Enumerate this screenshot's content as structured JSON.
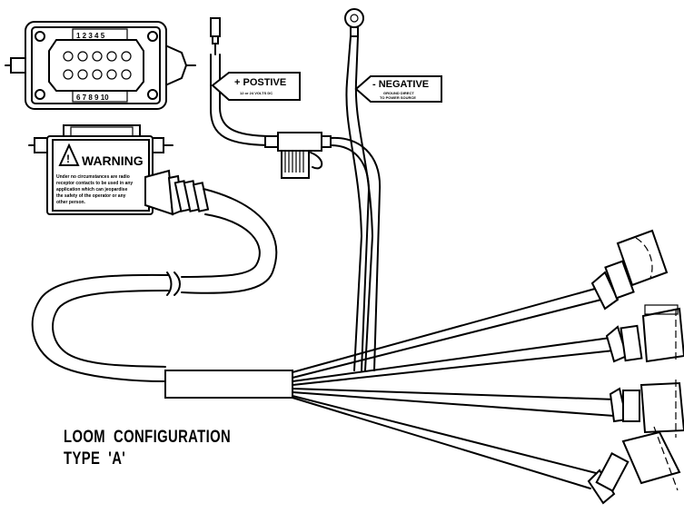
{
  "connector_pins": {
    "top": "1 2 3 4 5",
    "bottom": "6 7 8 9 10"
  },
  "positive_tag": {
    "title": "+ POSTIVE",
    "sub": "12 or 24 VOLTS DC"
  },
  "negative_tag": {
    "title": "- NEGATIVE",
    "sub_line1": "GROUND DIRECT",
    "sub_line2": "TO POWER SOURCE"
  },
  "warning_box": {
    "title": "WARNING",
    "text_lines": [
      "Under no circumstances are radio",
      "receptor contacts to be used in any",
      "application which can jeopardise",
      "the safety of the operator or any",
      "other person."
    ]
  },
  "caption": {
    "line1": "LOOM  CONFIGURATION",
    "line2": "TYPE  'A'"
  }
}
